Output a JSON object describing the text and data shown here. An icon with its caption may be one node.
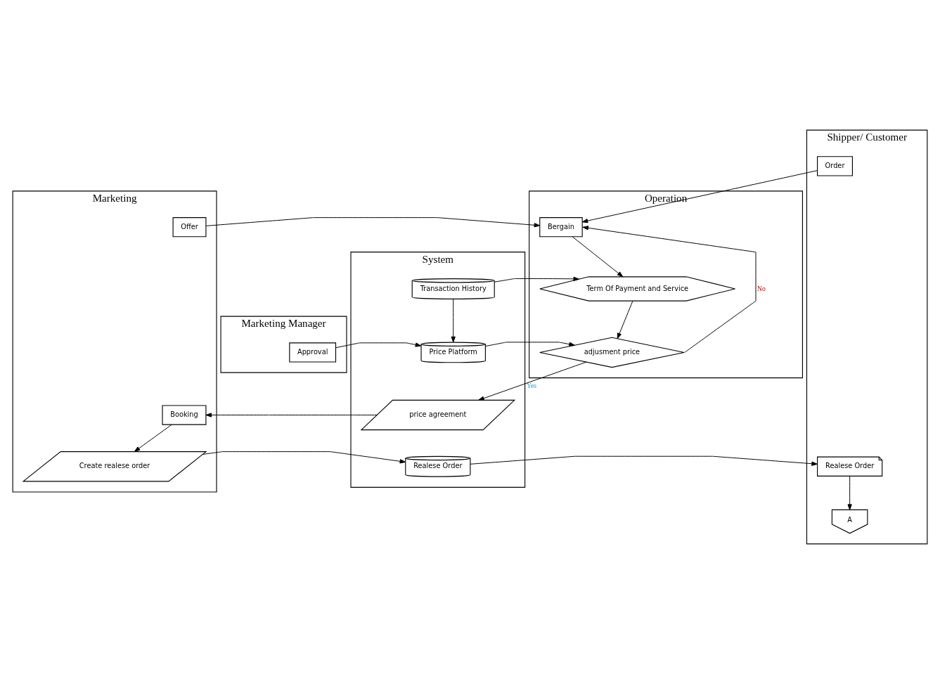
{
  "diagram": {
    "nodes": [
      {
        "text": [
          "Marketing"
        ]
      },
      {
        "text": [
          "Marketing Manager"
        ]
      },
      {
        "text": [
          "System"
        ]
      },
      {
        "text": [
          "Operation"
        ]
      },
      {
        "text": [
          "Shipper/ Customer"
        ]
      },
      {
        "text": [
          "Order"
        ],
        "in": 4
      },
      {
        "text": [
          "Offer"
        ],
        "in": 0
      },
      {
        "text": [
          "Bergain"
        ],
        "in": 3
      },
      {
        "text": [
          "Transaction History"
        ],
        "in": 2
      },
      {
        "text": [
          "Term Of Payment and Service"
        ],
        "in": 3
      },
      {
        "text": [
          "Approval"
        ],
        "in": 1
      },
      {
        "text": [
          "Price Platform"
        ],
        "in": 2
      },
      {
        "text": [
          "adjusment price"
        ],
        "in": 3
      },
      {
        "text": [
          "Booking"
        ],
        "in": 0
      },
      {
        "text": [
          "price agreement"
        ],
        "in": 2
      },
      {
        "text": [
          "Create realese order"
        ],
        "in": 0
      },
      {
        "text": [
          "Realese Order"
        ],
        "in": 2
      },
      {
        "text": [
          "Realese Order"
        ],
        "in": 4
      },
      {
        "text": [
          "A"
        ],
        "in": 4
      }
    ],
    "edges": [
      {
        "from": 5,
        "to": 7,
        "arrow": "to"
      },
      {
        "from": 6,
        "to": 7,
        "arrow": "to"
      },
      {
        "from": 7,
        "to": 9,
        "arrow": "to"
      },
      {
        "from": 8,
        "to": 9,
        "arrow": "to"
      },
      {
        "from": 8,
        "to": 11,
        "arrow": "to"
      },
      {
        "from": 9,
        "to": 12,
        "arrow": "to"
      },
      {
        "from": 10,
        "to": 11,
        "arrow": "to"
      },
      {
        "from": 11,
        "to": 12,
        "arrow": "to"
      },
      {
        "from": 12,
        "to": 7,
        "arrow": "to",
        "label": "No"
      },
      {
        "from": 12,
        "to": 14,
        "arrow": "to",
        "label": "Yes"
      },
      {
        "from": 14,
        "to": 13,
        "arrow": "to"
      },
      {
        "from": 13,
        "to": 15,
        "arrow": "to"
      },
      {
        "from": 15,
        "to": 16,
        "arrow": "to"
      },
      {
        "from": 16,
        "to": 17,
        "arrow": "to"
      },
      {
        "from": 17,
        "to": 18,
        "arrow": "to"
      }
    ]
  }
}
